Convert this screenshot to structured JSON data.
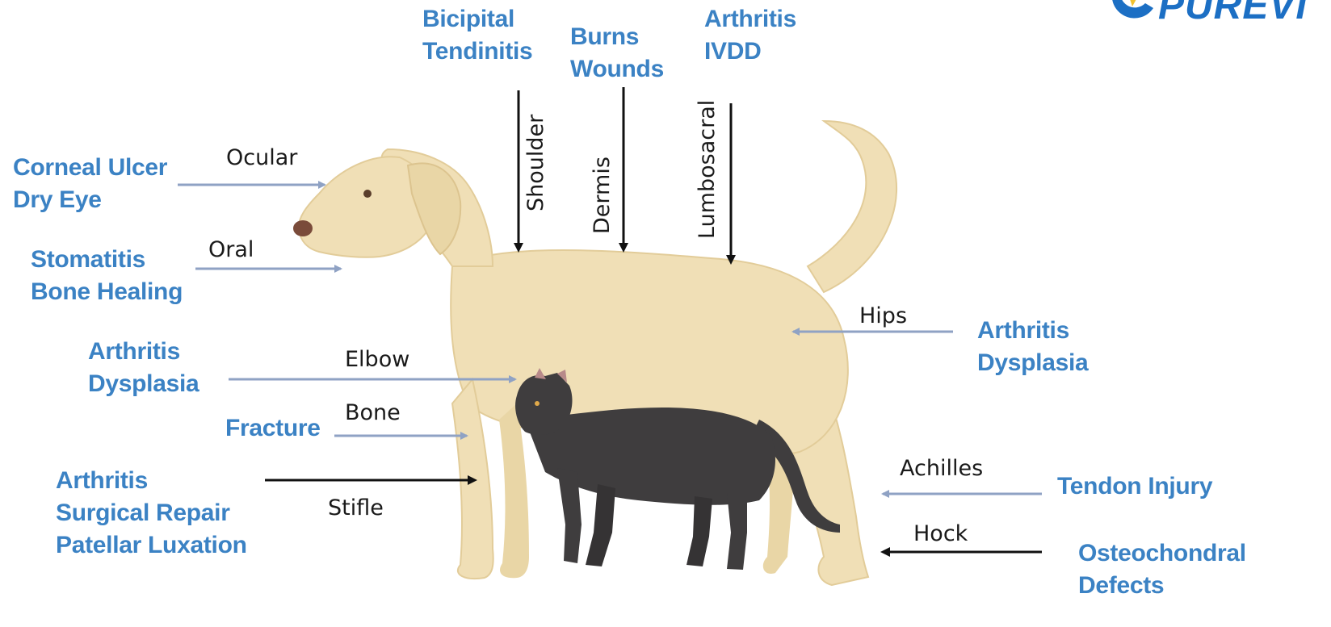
{
  "logo": {
    "text": "PUREVI",
    "color": "#1c6fc4"
  },
  "colors": {
    "condition_text": "#3b82c4",
    "part_text": "#1a1a1a",
    "arrow_blue": "#8fa2c4",
    "arrow_black": "#111111",
    "dog_fill": "#f0dfb6",
    "cat_fill": "#3f3d3e"
  },
  "conditions": {
    "shoulder": [
      "Bicipital",
      "Tendinitis"
    ],
    "dermis": [
      "Burns",
      "Wounds"
    ],
    "lumbosacral": [
      "Arthritis",
      "IVDD"
    ],
    "ocular": [
      "Corneal Ulcer",
      "Dry Eye"
    ],
    "oral": [
      "Stomatitis",
      "Bone Healing"
    ],
    "elbow": [
      "Arthritis",
      "Dysplasia"
    ],
    "bone": [
      "Fracture"
    ],
    "stifle": [
      "Arthritis",
      "Surgical Repair",
      "Patellar Luxation"
    ],
    "hips": [
      "Arthritis",
      "Dysplasia"
    ],
    "achilles": [
      "Tendon Injury"
    ],
    "hock": [
      "Osteochondral",
      "Defects"
    ]
  },
  "parts": {
    "ocular": "Ocular",
    "oral": "Oral",
    "elbow": "Elbow",
    "bone": "Bone",
    "stifle": "Stifle",
    "hips": "Hips",
    "achilles": "Achilles",
    "hock": "Hock",
    "shoulder": "Shoulder",
    "dermis": "Dermis",
    "lumbosacral": "Lumbosacral"
  }
}
